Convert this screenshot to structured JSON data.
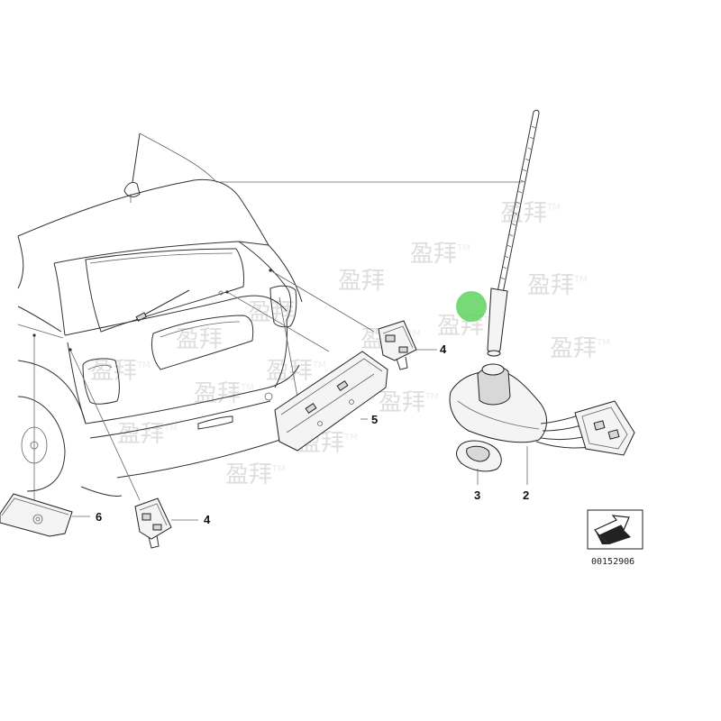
{
  "callouts": [
    {
      "id": "p2",
      "label": "2"
    },
    {
      "id": "p3",
      "label": "3"
    },
    {
      "id": "p4a",
      "label": "4"
    },
    {
      "id": "p4b",
      "label": "4"
    },
    {
      "id": "p5",
      "label": "5"
    },
    {
      "id": "p6",
      "label": "6"
    }
  ],
  "diagram_code": "00152906",
  "watermark": {
    "text": "盈拜",
    "mark": "TM"
  },
  "colors": {
    "line": "#333333",
    "watermark": "#c4c4c4",
    "marker": "#5fd35f"
  },
  "icons": {
    "orientation": "arrow-up-right-icon"
  }
}
